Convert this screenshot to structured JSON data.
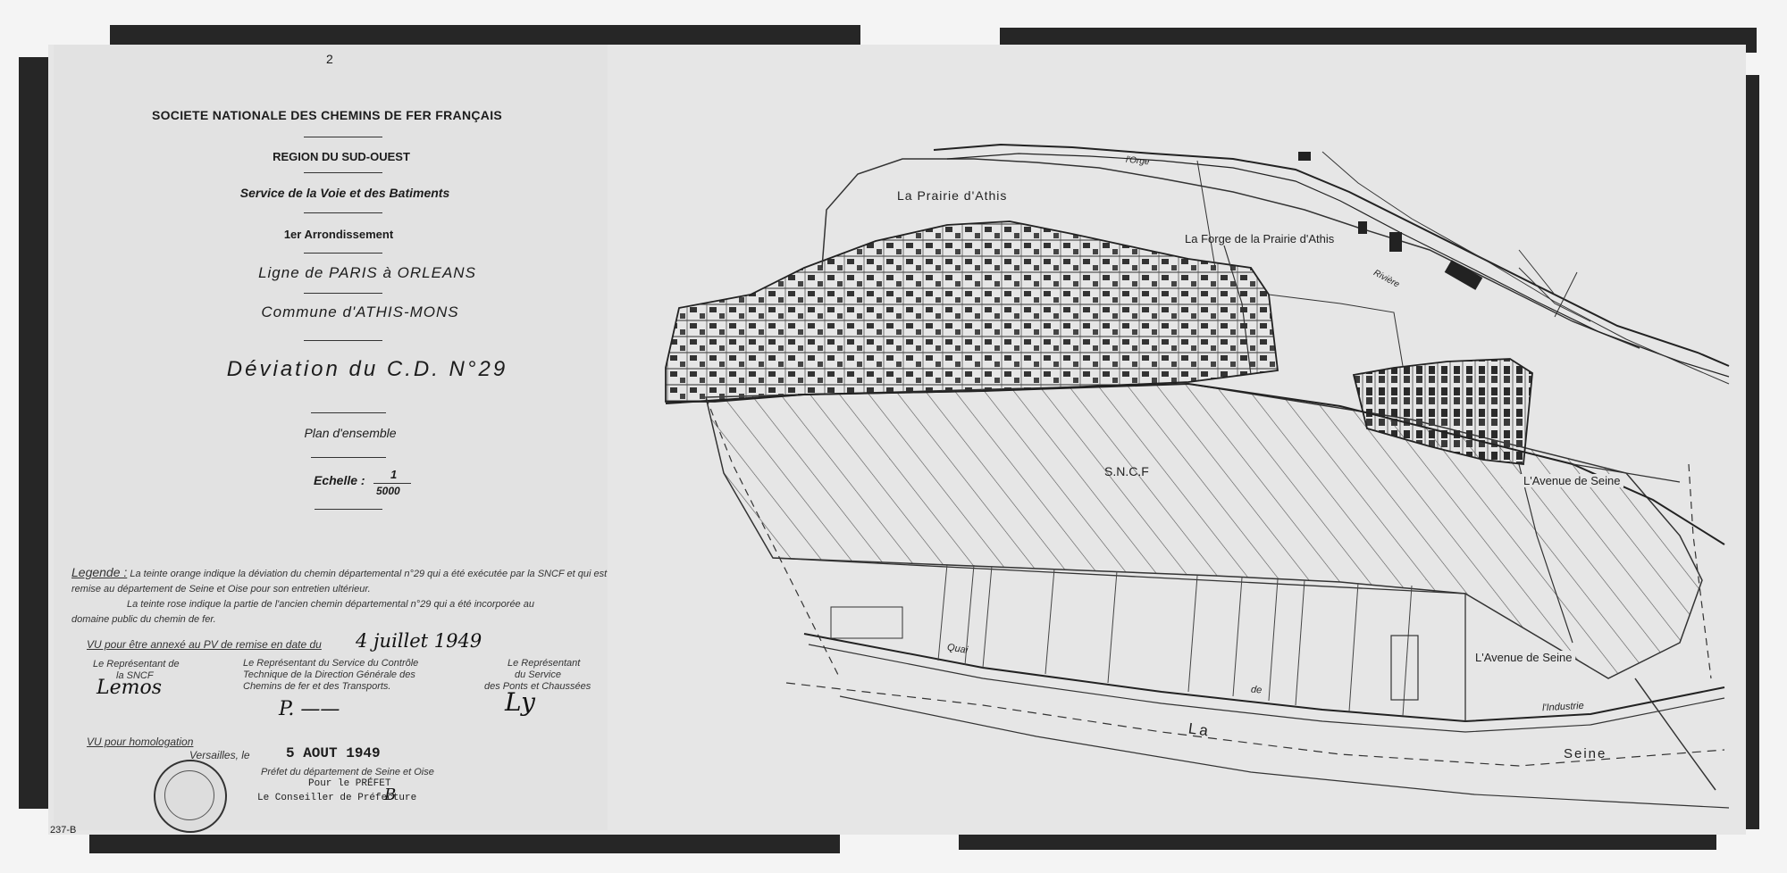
{
  "header": {
    "page_number": "2",
    "organization": "SOCIETE NATIONALE DES CHEMINS DE FER FRANÇAIS",
    "region": "REGION DU SUD-OUEST",
    "service": "Service de la Voie et des Batiments",
    "arrondissement": "1er Arrondissement",
    "ligne": "Ligne de PARIS à ORLEANS",
    "commune": "Commune d'ATHIS-MONS",
    "title": "Déviation du C.D. N°29",
    "subtitle": "Plan d'ensemble",
    "scale_label": "Echelle :",
    "scale_numerator": "1",
    "scale_denominator": "5000"
  },
  "legend": {
    "label": "Legende :",
    "line1": "La teinte orange indique la déviation du chemin départemental n°29 qui a été exécutée par la SNCF et qui est",
    "line2": "remise au département de Seine et Oise pour son entretien ultérieur.",
    "line3": "La teinte rose indique la partie de l'ancien chemin départemental n°29 qui a été incorporée au",
    "line4": "domaine public du chemin de fer."
  },
  "approval": {
    "vu_line": "VU pour être annexé au PV de remise en date du",
    "vu_date": "4 juillet 1949",
    "rep_sncf_1": "Le Représentant de",
    "rep_sncf_2": "la SNCF",
    "rep_control_1": "Le Représentant du Service du Contrôle",
    "rep_control_2": "Technique de la Direction Générale des",
    "rep_control_3": "Chemins de fer et des Transports.",
    "rep_ponts_1": "Le Représentant",
    "rep_ponts_2": "du Service",
    "rep_ponts_3": "des Ponts et Chaussées",
    "homologation": "VU pour homologation",
    "versailles": "Versailles, le",
    "homologation_date": "5 AOUT 1949",
    "prefet_line": "Préfet du département de Seine et Oise",
    "pour_prefet": "Pour le PRÉFET",
    "conseiller": "Le Conseiller de Préfecture",
    "catalog_number": "237-B"
  },
  "map": {
    "labels": {
      "prairie": "La Prairie d'Athis",
      "forge": "La Forge de la Prairie d'Athis",
      "orge": "l'Orge",
      "riviere": "Rivière",
      "sncf": "S.N.C.F",
      "avenue_seine_1": "L'Avenue de Seine",
      "avenue_seine_2": "L'Avenue de Seine",
      "quai": "Quai",
      "de": "de",
      "industrie": "l'Industrie",
      "la": "La",
      "seine": "Seine"
    }
  }
}
